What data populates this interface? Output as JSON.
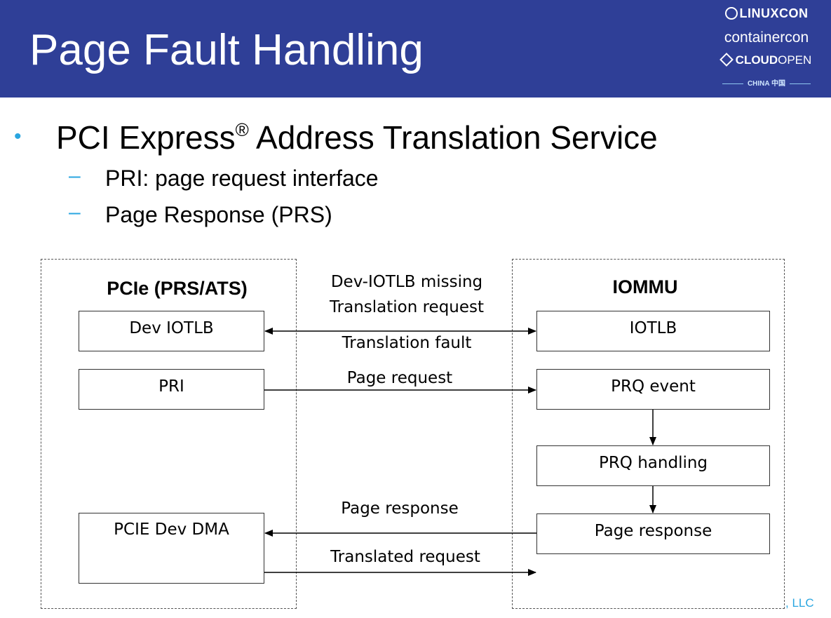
{
  "header": {
    "title": "Page Fault Handling",
    "logo": {
      "linuxcon": "LINUXCON",
      "containercon": "containercon",
      "cloud": "CLOUD",
      "open": "OPEN",
      "china": "CHINA 中国"
    }
  },
  "bullets": {
    "main_prefix": "PCI Express",
    "main_super": "®",
    "main_suffix": " Address Translation Service",
    "subs": [
      "PRI: page request interface",
      "Page Response (PRS)"
    ]
  },
  "diagram": {
    "left_panel_title": "PCIe (PRS/ATS)",
    "right_panel_title": "IOMMU",
    "left_boxes": [
      "Dev IOTLB",
      "PRI",
      "PCIE Dev DMA"
    ],
    "right_boxes": [
      "IOTLB",
      "PRQ event",
      "PRQ handling",
      "Page response"
    ],
    "arrow_labels": {
      "iotlb_line1": "Dev-IOTLB missing",
      "iotlb_line2": "Translation request",
      "iotlb_below": "Translation fault",
      "page_request": "Page request",
      "page_response": "Page response",
      "translated_request": "Translated request"
    }
  },
  "footer": {
    "fragment": ", LLC"
  },
  "colors": {
    "header_bg": "#2f3f97",
    "accent": "#2aa6e0"
  }
}
